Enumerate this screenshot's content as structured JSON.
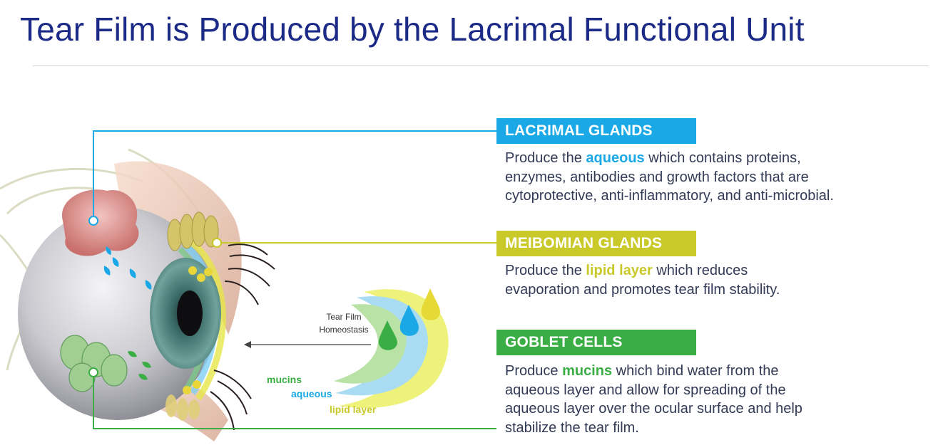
{
  "title": "Tear Film is Produced by the Lacrimal Functional Unit",
  "sections": [
    {
      "heading": "LACRIMAL GLANDS",
      "color": "#1aa9e6",
      "text_before": "Produce the ",
      "keyword": "aqueous",
      "text_after": " which contains proteins, enzymes, antibodies and growth factors that are cytoprotective, anti-inflammatory, and anti-microbial."
    },
    {
      "heading": "MEIBOMIAN GLANDS",
      "color": "#c9c92a",
      "text_before": "Produce the ",
      "keyword": "lipid layer",
      "text_after": " which reduces evaporation and promotes tear film stability."
    },
    {
      "heading": "GOBLET CELLS",
      "color": "#3aae44",
      "text_before": "Produce ",
      "keyword": "mucins",
      "text_after": " which bind water from the aqueous layer and allow for spreading of the aqueous layer over the ocular surface and help stabilize the tear film."
    }
  ],
  "diagram": {
    "homeostasis_label": [
      "Tear Film",
      "Homeostasis"
    ],
    "layer_labels": [
      {
        "text": "mucins",
        "color": "#3aae44"
      },
      {
        "text": "aqueous",
        "color": "#1aa9e6"
      },
      {
        "text": "lipid layer",
        "color": "#c9c92a"
      }
    ]
  }
}
